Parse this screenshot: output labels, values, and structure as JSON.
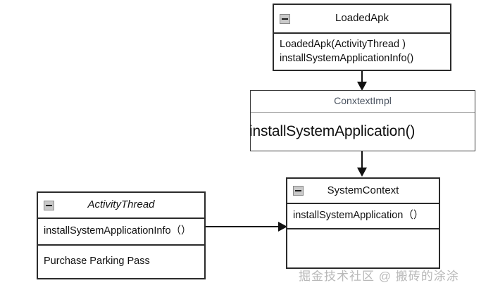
{
  "diagram": {
    "type": "uml-class-diagram",
    "background": "#ffffff",
    "line_color": "#111111",
    "box_border_color": "#2b2b2b",
    "classes": [
      {
        "id": "loaded-apk",
        "name": "LoadedApk",
        "title_style": "normal",
        "collapse_icon": "minus-icon",
        "members": [
          "LoadedApk(ActivityThread )",
          "installSystemApplicationInfo()"
        ]
      },
      {
        "id": "conxtext-impl",
        "name": "ConxtextImpl",
        "title_style": "normal",
        "title_color": "#4a5360",
        "collapse_icon": null,
        "members": [
          "installSystemApplication()"
        ]
      },
      {
        "id": "system-context",
        "name": "SystemContext",
        "title_style": "normal",
        "collapse_icon": "minus-icon",
        "members": [
          "installSystemApplication（）"
        ],
        "empty_compartment": ""
      },
      {
        "id": "activity-thread",
        "name": "ActivityThread",
        "title_style": "italic",
        "collapse_icon": "minus-icon",
        "members": [
          "installSystemApplicationInfo（）",
          "Purchase Parking Pass"
        ]
      }
    ],
    "connections": [
      {
        "id": "loadedapk-to-conxtextimpl",
        "from": "loaded-apk",
        "to": "conxtext-impl",
        "arrow": "down"
      },
      {
        "id": "conxtextimpl-to-systemcontext",
        "from": "conxtext-impl",
        "to": "system-context",
        "arrow": "down"
      },
      {
        "id": "activitythread-to-systemcontext",
        "from": "activity-thread",
        "to": "system-context",
        "arrow": "right"
      }
    ]
  },
  "watermark": {
    "text": "掘金技术社区 @ 搬砖的涂涂",
    "color": "#b9b9b9"
  }
}
